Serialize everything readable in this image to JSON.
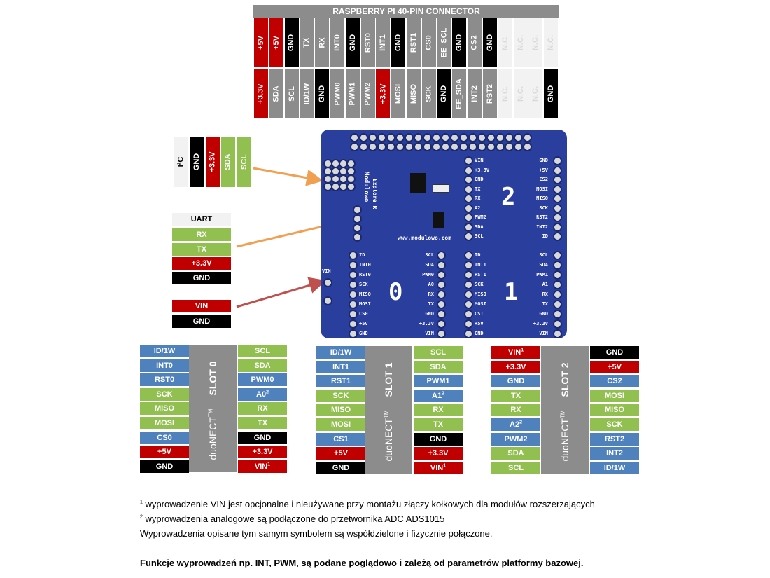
{
  "header": {
    "title": "RASPBERRY PI 40-PIN CONNECTOR",
    "top_row": [
      {
        "label": "+5V",
        "color": "red"
      },
      {
        "label": "+5V",
        "color": "red"
      },
      {
        "label": "GND",
        "color": "black"
      },
      {
        "label": "TX",
        "color": "gray"
      },
      {
        "label": "RX",
        "color": "gray"
      },
      {
        "label": "INT0",
        "color": "gray"
      },
      {
        "label": "GND",
        "color": "black"
      },
      {
        "label": "RST0",
        "color": "gray"
      },
      {
        "label": "INT1",
        "color": "gray"
      },
      {
        "label": "GND",
        "color": "black"
      },
      {
        "label": "RST1",
        "color": "gray"
      },
      {
        "label": "CS0",
        "color": "gray"
      },
      {
        "label": "EE_SCL",
        "color": "gray"
      },
      {
        "label": "GND",
        "color": "black"
      },
      {
        "label": "CS2",
        "color": "gray"
      },
      {
        "label": "GND",
        "color": "black"
      },
      {
        "label": "N.C.",
        "color": "white"
      },
      {
        "label": "N.C.",
        "color": "white"
      },
      {
        "label": "N.C.",
        "color": "white"
      },
      {
        "label": "N.C.",
        "color": "white"
      }
    ],
    "bottom_row": [
      {
        "label": "+3.3V",
        "color": "red"
      },
      {
        "label": "SDA",
        "color": "gray"
      },
      {
        "label": "SCL",
        "color": "gray"
      },
      {
        "label": "ID/1W",
        "color": "gray"
      },
      {
        "label": "GND",
        "color": "black"
      },
      {
        "label": "PWM0",
        "color": "gray"
      },
      {
        "label": "PWM1",
        "color": "gray"
      },
      {
        "label": "PWM2",
        "color": "gray"
      },
      {
        "label": "+3.3V",
        "color": "red"
      },
      {
        "label": "MOSI",
        "color": "gray"
      },
      {
        "label": "MISO",
        "color": "gray"
      },
      {
        "label": "SCK",
        "color": "gray"
      },
      {
        "label": "GND",
        "color": "black"
      },
      {
        "label": "EE_SDA",
        "color": "gray"
      },
      {
        "label": "INT2",
        "color": "gray"
      },
      {
        "label": "RST2",
        "color": "gray"
      },
      {
        "label": "N.C.",
        "color": "white"
      },
      {
        "label": "N.C.",
        "color": "white"
      },
      {
        "label": "N.C.",
        "color": "white"
      },
      {
        "label": "GND",
        "color": "black"
      }
    ]
  },
  "i2c": {
    "title": "I²C",
    "pins": [
      {
        "label": "GND",
        "color": "black"
      },
      {
        "label": "+3.3V",
        "color": "red"
      },
      {
        "label": "SDA",
        "color": "green"
      },
      {
        "label": "SCL",
        "color": "green"
      }
    ]
  },
  "uart": {
    "title": "UART",
    "pins": [
      {
        "label": "RX",
        "color": "green"
      },
      {
        "label": "TX",
        "color": "green"
      },
      {
        "label": "+3.3V",
        "color": "red"
      },
      {
        "label": "GND",
        "color": "black"
      }
    ]
  },
  "vin": {
    "pins": [
      {
        "label": "VIN",
        "color": "red"
      },
      {
        "label": "GND",
        "color": "black"
      }
    ]
  },
  "board": {
    "labels_top_center": [
      "VIN",
      "+3.3V",
      "GND",
      "TX",
      "RX",
      "A2",
      "PWM2",
      "SDA",
      "SCL"
    ],
    "labels_right": [
      "GND",
      "+5V",
      "CS2",
      "MOSI",
      "MISO",
      "SCK",
      "RST2",
      "INT2",
      "ID"
    ],
    "slot0_left": [
      "ID",
      "INT0",
      "RST0",
      "SCK",
      "MISO",
      "MOSI",
      "CS0",
      "+5V",
      "GND"
    ],
    "slot0_right": [
      "SCL",
      "SDA",
      "PWM0",
      "A0",
      "RX",
      "TX",
      "GND",
      "+3.3V",
      "VIN"
    ],
    "slot1_left": [
      "ID",
      "INT1",
      "RST1",
      "SCK",
      "MISO",
      "MOSI",
      "CS1",
      "+5V",
      "GND"
    ],
    "slot1_right": [
      "SCL",
      "SDA",
      "PWM1",
      "A1",
      "RX",
      "TX",
      "GND",
      "+3.3V",
      "VIN"
    ],
    "numbers": [
      "0",
      "1",
      "2"
    ],
    "url": "www.modulowo.com",
    "brand": "Modulowo",
    "product": "Explore R",
    "vin_label": "VIN"
  },
  "slots": [
    {
      "name": "SLOT 0",
      "brand": "duoNECT",
      "tm": "TM",
      "left": [
        {
          "label": "ID/1W",
          "color": "blue"
        },
        {
          "label": "INT0",
          "color": "blue"
        },
        {
          "label": "RST0",
          "color": "blue"
        },
        {
          "label": "SCK",
          "color": "green"
        },
        {
          "label": "MISO",
          "color": "green"
        },
        {
          "label": "MOSI",
          "color": "green"
        },
        {
          "label": "CS0",
          "color": "blue"
        },
        {
          "label": "+5V",
          "color": "red"
        },
        {
          "label": "GND",
          "color": "black"
        }
      ],
      "right": [
        {
          "label": "SCL",
          "color": "green"
        },
        {
          "label": "SDA",
          "color": "green"
        },
        {
          "label": "PWM0",
          "color": "blue"
        },
        {
          "label": "A0",
          "sup": "2",
          "color": "blue"
        },
        {
          "label": "RX",
          "color": "green"
        },
        {
          "label": "TX",
          "color": "green"
        },
        {
          "label": "GND",
          "color": "black"
        },
        {
          "label": "+3.3V",
          "color": "red"
        },
        {
          "label": "VIN",
          "sup": "1",
          "color": "red"
        }
      ]
    },
    {
      "name": "SLOT 1",
      "brand": "duoNECT",
      "tm": "TM",
      "left": [
        {
          "label": "ID/1W",
          "color": "blue"
        },
        {
          "label": "INT1",
          "color": "blue"
        },
        {
          "label": "RST1",
          "color": "blue"
        },
        {
          "label": "SCK",
          "color": "green"
        },
        {
          "label": "MISO",
          "color": "green"
        },
        {
          "label": "MOSI",
          "color": "green"
        },
        {
          "label": "CS1",
          "color": "blue"
        },
        {
          "label": "+5V",
          "color": "red"
        },
        {
          "label": "GND",
          "color": "black"
        }
      ],
      "right": [
        {
          "label": "SCL",
          "color": "green"
        },
        {
          "label": "SDA",
          "color": "green"
        },
        {
          "label": "PWM1",
          "color": "blue"
        },
        {
          "label": "A1",
          "sup": "2",
          "color": "blue"
        },
        {
          "label": "RX",
          "color": "green"
        },
        {
          "label": "TX",
          "color": "green"
        },
        {
          "label": "GND",
          "color": "black"
        },
        {
          "label": "+3.3V",
          "color": "red"
        },
        {
          "label": "VIN",
          "sup": "1",
          "color": "red"
        }
      ]
    },
    {
      "name": "SLOT 2",
      "brand": "duoNECT",
      "tm": "TM",
      "left": [
        {
          "label": "VIN",
          "sup": "1",
          "color": "red"
        },
        {
          "label": "+3.3V",
          "color": "red"
        },
        {
          "label": "GND",
          "color": "blue"
        },
        {
          "label": "TX",
          "color": "green"
        },
        {
          "label": "RX",
          "color": "green"
        },
        {
          "label": "A2",
          "sup": "2",
          "color": "blue"
        },
        {
          "label": "PWM2",
          "color": "blue"
        },
        {
          "label": "SDA",
          "color": "green"
        },
        {
          "label": "SCL",
          "color": "green"
        }
      ],
      "right": [
        {
          "label": "GND",
          "color": "black"
        },
        {
          "label": "+5V",
          "color": "red"
        },
        {
          "label": "CS2",
          "color": "blue"
        },
        {
          "label": "MOSI",
          "color": "green"
        },
        {
          "label": "MISO",
          "color": "green"
        },
        {
          "label": "SCK",
          "color": "green"
        },
        {
          "label": "RST2",
          "color": "blue"
        },
        {
          "label": "INT2",
          "color": "blue"
        },
        {
          "label": "ID/1W",
          "color": "blue"
        }
      ]
    }
  ],
  "notes": {
    "note1_sup": "1",
    "note1": "wyprowadzenie VIN jest opcjonalne i nieużywane przy montażu złączy kołkowych dla modułów rozszerzających",
    "note2_sup": "2",
    "note2": "wyprowadzenia analogowe są podłączone do przetwornika ADC ADS1015",
    "note3": "Wyprowadzenia opisane tym samym symbolem są współdzielone i fizycznie połączone.",
    "footer": "Funkcje wyprowadzeń np. INT, PWM, są podane poglądowo i zależą od parametrów platformy bazowej."
  },
  "colors": {
    "red": "#c00000",
    "gray": "#8c8c8c",
    "black": "#000000",
    "green": "#92c050",
    "blue": "#4f81bd",
    "white": "#f2f2f2",
    "board": "#2a3e9e",
    "arrow_orange": "#f0a050",
    "arrow_red": "#c0504d"
  }
}
